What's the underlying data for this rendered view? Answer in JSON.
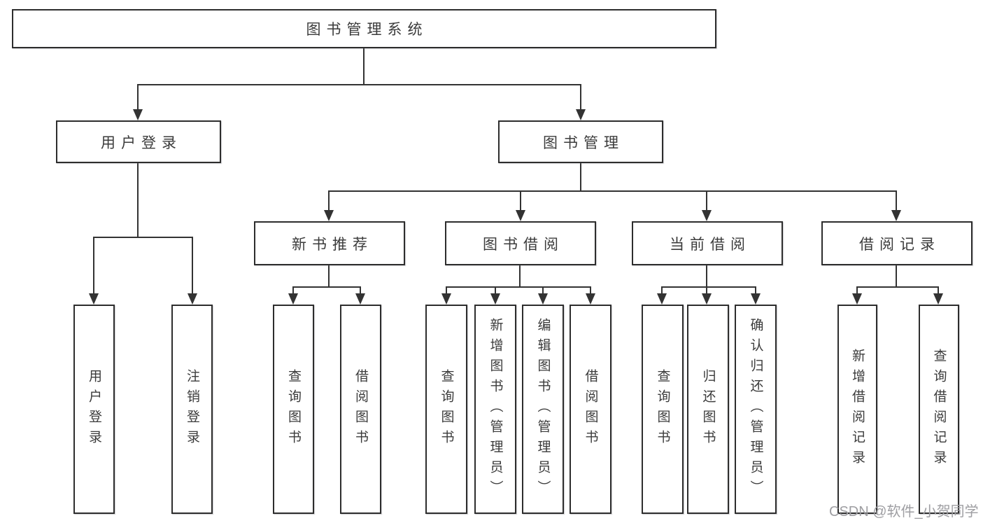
{
  "root": {
    "label": "图书管理系统"
  },
  "level2": [
    {
      "label": "用户登录"
    },
    {
      "label": "图书管理"
    }
  ],
  "level3": [
    {
      "label": "新书推荐"
    },
    {
      "label": "图书借阅"
    },
    {
      "label": "当前借阅"
    },
    {
      "label": "借阅记录"
    }
  ],
  "leaves": {
    "user_login": [
      {
        "label": "用户登录"
      },
      {
        "label": "注销登录"
      }
    ],
    "new_book_recommend": [
      {
        "label": "查询图书"
      },
      {
        "label": "借阅图书"
      }
    ],
    "book_borrow": [
      {
        "label": "查询图书"
      },
      {
        "label": "新增图书（管理员）"
      },
      {
        "label": "编辑图书（管理员）"
      },
      {
        "label": "借阅图书"
      }
    ],
    "current_borrow": [
      {
        "label": "查询图书"
      },
      {
        "label": "归还图书"
      },
      {
        "label": "确认归还（管理员）"
      }
    ],
    "borrow_record": [
      {
        "label": "新增借阅记录"
      },
      {
        "label": "查询借阅记录"
      }
    ]
  },
  "watermark": {
    "text": "CSDN @软件_小贺同学",
    "color": "#9e9ea2"
  },
  "colors": {
    "line": "#333333",
    "box_border": "#2d2d2d",
    "box_fill": "#ffffff",
    "text": "#3b3b3b",
    "background": "#ffffff"
  }
}
